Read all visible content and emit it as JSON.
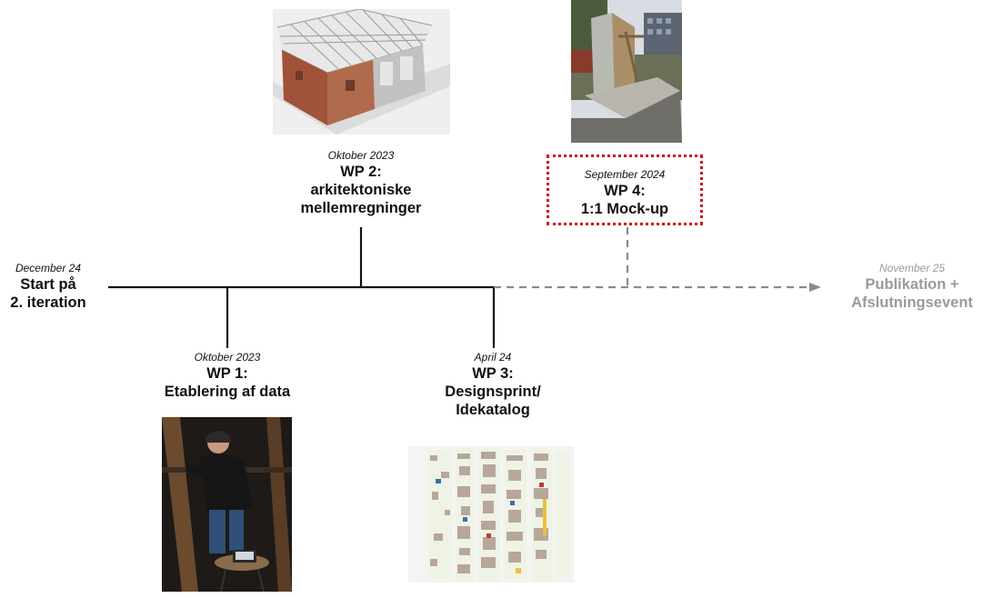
{
  "milestones": {
    "start": {
      "date": "December 24",
      "title_line1": "Start på",
      "title_line2": "2. iteration"
    },
    "wp1": {
      "date": "Oktober 2023",
      "title_line1": "WP 1:",
      "title_line2": "Etablering af data"
    },
    "wp2": {
      "date": "Oktober 2023",
      "title_line1": "WP 2:",
      "title_line2": "arkitektoniske",
      "title_line3": "mellemregninger"
    },
    "wp3": {
      "date": "April 24",
      "title_line1": "WP 3:",
      "title_line2": "Designsprint/",
      "title_line3": "Idekatalog"
    },
    "wp4": {
      "date": "September 2024",
      "title_line1": "WP 4:",
      "title_line2": "1:1 Mock-up"
    },
    "end": {
      "date": "November 25",
      "title_line1": "Publikation +",
      "title_line2": "Afslutningsevent"
    }
  },
  "colors": {
    "timeline": "#111111",
    "future_dashed": "#8a8a8a",
    "highlight_border": "#d0141a",
    "muted_text": "#9a9a9a"
  },
  "photos": {
    "wp1": "person-measuring-timber-photo",
    "wp2": "building-3d-scan-render",
    "wp3": "idea-catalog-board-screenshot",
    "wp4": "mock-up-wall-photo"
  }
}
